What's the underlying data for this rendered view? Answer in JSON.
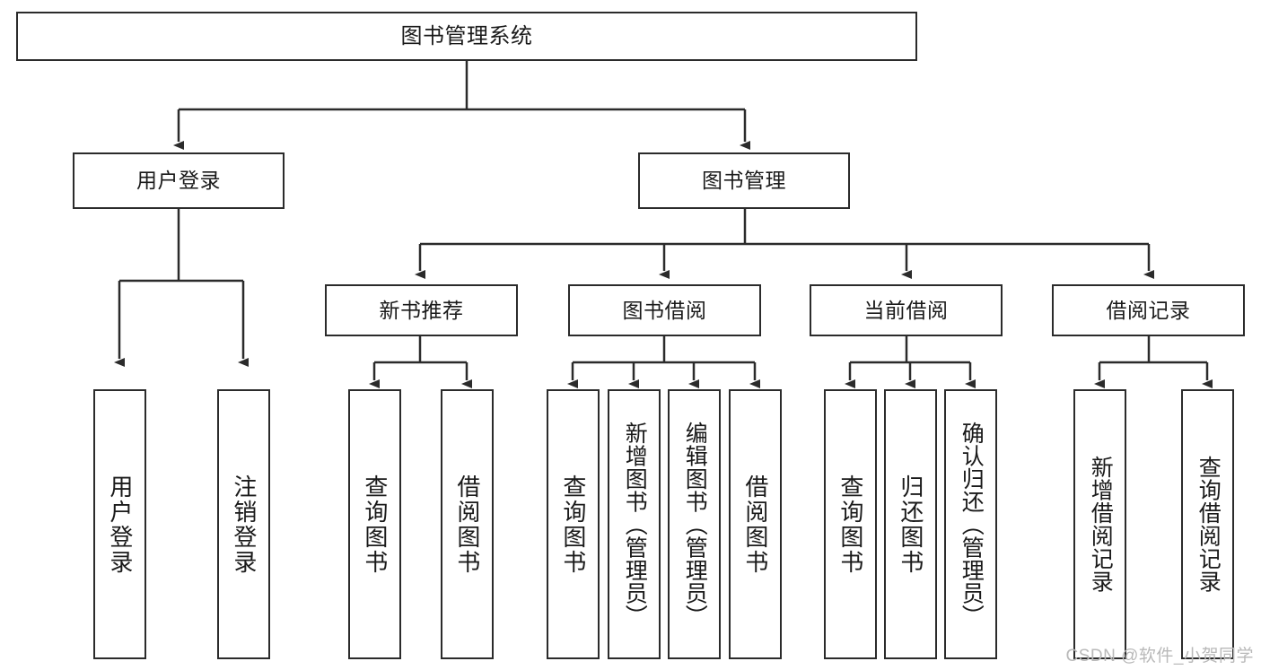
{
  "diagram": {
    "title": "图书管理系统",
    "type": "hierarchy-tree",
    "watermark": "CSDN @软件_小贺同学",
    "colors": {
      "stroke": "#2b2b2b",
      "fill": "#ffffff",
      "text": "#1a1a1a",
      "watermark": "#b9b9b9"
    },
    "nodes": {
      "root": {
        "label": "图书管理系统"
      },
      "level2": [
        {
          "id": "user-login",
          "label": "用户登录"
        },
        {
          "id": "book-manage",
          "label": "图书管理"
        }
      ],
      "level3": [
        {
          "id": "new-book-recommend",
          "label": "新书推荐"
        },
        {
          "id": "book-borrow",
          "label": "图书借阅"
        },
        {
          "id": "current-borrow",
          "label": "当前借阅"
        },
        {
          "id": "borrow-record",
          "label": "借阅记录"
        }
      ],
      "leaves": {
        "user_login": [
          {
            "id": "leaf-user-login",
            "label": "用户登录"
          },
          {
            "id": "leaf-logout-login",
            "label": "注销登录"
          }
        ],
        "new_book_recommend": [
          {
            "id": "leaf-query-book-1",
            "label": "查询图书"
          },
          {
            "id": "leaf-borrow-book-1",
            "label": "借阅图书"
          }
        ],
        "book_borrow": [
          {
            "id": "leaf-query-book-2",
            "label": "查询图书"
          },
          {
            "id": "leaf-add-book-admin",
            "label": "新增图书（管理员）"
          },
          {
            "id": "leaf-edit-book-admin",
            "label": "编辑图书（管理员）"
          },
          {
            "id": "leaf-borrow-book-2",
            "label": "借阅图书"
          }
        ],
        "current_borrow": [
          {
            "id": "leaf-query-book-3",
            "label": "查询图书"
          },
          {
            "id": "leaf-return-book",
            "label": "归还图书"
          },
          {
            "id": "leaf-confirm-return-admin",
            "label": "确认归还（管理员）"
          }
        ],
        "borrow_record": [
          {
            "id": "leaf-add-borrow-record",
            "label": "新增借阅记录"
          },
          {
            "id": "leaf-query-borrow-record",
            "label": "查询借阅记录"
          }
        ]
      }
    }
  }
}
